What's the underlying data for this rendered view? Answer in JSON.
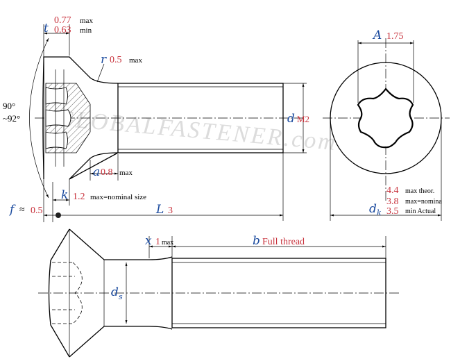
{
  "dims": {
    "t": {
      "symbol": "t",
      "max_value": "0.77",
      "max_label": "max",
      "min_value": "0.63",
      "min_label": "min"
    },
    "r": {
      "symbol": "r",
      "value": "0.5",
      "label": "max"
    },
    "angle": {
      "line1": "90°",
      "line2": "~92°"
    },
    "a": {
      "symbol": "a",
      "value": "0.8",
      "label": "max"
    },
    "k": {
      "symbol": "k",
      "value": "1.2",
      "label": "max=nominal size"
    },
    "f": {
      "symbol": "f",
      "approx": "≈",
      "value": "0.5"
    },
    "L": {
      "symbol": "L",
      "value": "3"
    },
    "d": {
      "symbol": "d",
      "value": "M2"
    },
    "A": {
      "symbol": "A",
      "value": "1.75"
    },
    "dk": {
      "symbol": "d",
      "subscript": "k",
      "max_value": "4.4",
      "max_label": "max theor.",
      "nominal_value": "3.8",
      "nominal_label": "max=nomina",
      "min_value": "3.5",
      "min_label": "min Actual"
    },
    "x": {
      "symbol": "x",
      "value": "1",
      "label": "max"
    },
    "b": {
      "symbol": "b",
      "label": "Full thread"
    },
    "ds": {
      "symbol": "d",
      "subscript": "s"
    }
  },
  "watermark": "GLOBALFASTENER.com",
  "colors": {
    "symbol": "#1a4a9e",
    "value": "#c8323c",
    "line": "#000000"
  }
}
